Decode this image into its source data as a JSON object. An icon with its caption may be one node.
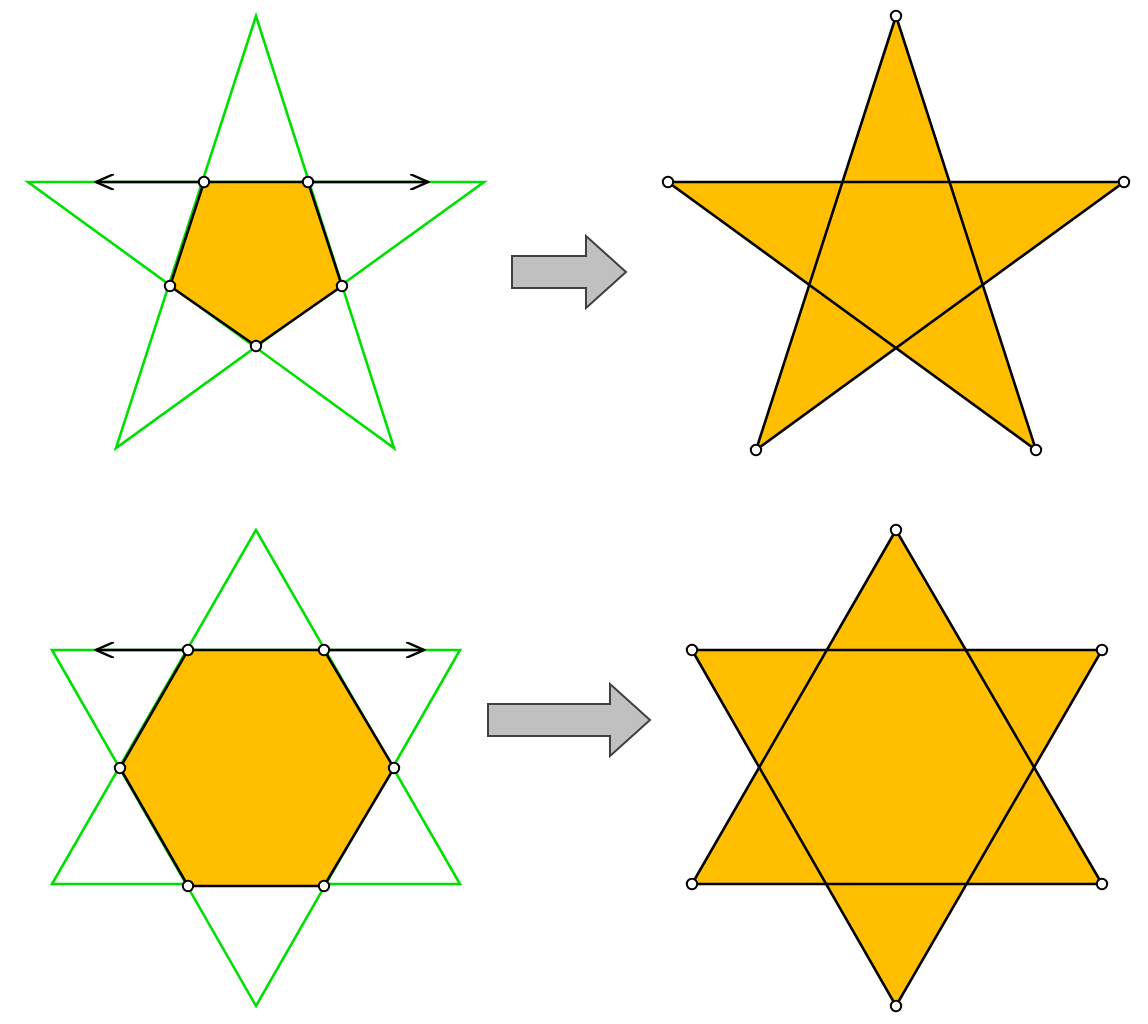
{
  "diagram": {
    "nodes": [
      {
        "text": [],
        "shape": "pentagon"
      },
      {
        "text": [],
        "shape": "star"
      },
      {
        "text": [],
        "shape": "hexagon"
      },
      {
        "text": [],
        "shape": "star"
      }
    ],
    "edges": [
      {
        "from": 0,
        "to": 1,
        "arrow": "to"
      },
      {
        "from": 2,
        "to": 3,
        "arrow": "to"
      }
    ]
  }
}
